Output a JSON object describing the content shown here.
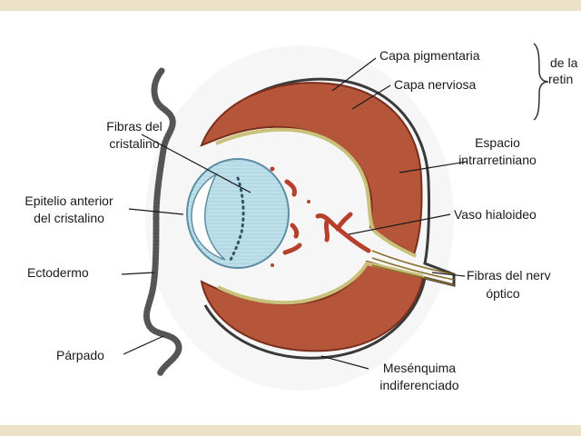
{
  "colors": {
    "background_border": "#ebe2c8",
    "pigment_layer": "#b5563a",
    "pigment_outline": "#7a2e1c",
    "neural_layer": "#c9c07a",
    "lens": "#b9dbe6",
    "lens_outline": "#5d8ea3",
    "vessel": "#b6402c",
    "ectoderm": "#555555"
  },
  "labels": {
    "capa_pigmentaria": "Capa pigmentaria",
    "capa_nerviosa": "Capa nerviosa",
    "retina_group_line1": "de la",
    "retina_group_line2": "retin",
    "fibras_cristalino_line1": "Fibras del",
    "fibras_cristalino_line2": "cristalino",
    "espacio_line1": "Espacio",
    "espacio_line2": "intrarretiniano",
    "epitelio_line1": "Epitelio anterior",
    "epitelio_line2": "del cristalino",
    "vaso_hialoideo": "Vaso hialoideo",
    "ectodermo": "Ectodermo",
    "fibras_nervio_line1": "Fibras del nerv",
    "fibras_nervio_line2": "óptico",
    "parpado": "Párpado",
    "mesenquima_line1": "Mesénquima",
    "mesenquima_line2": "indiferenciado"
  }
}
